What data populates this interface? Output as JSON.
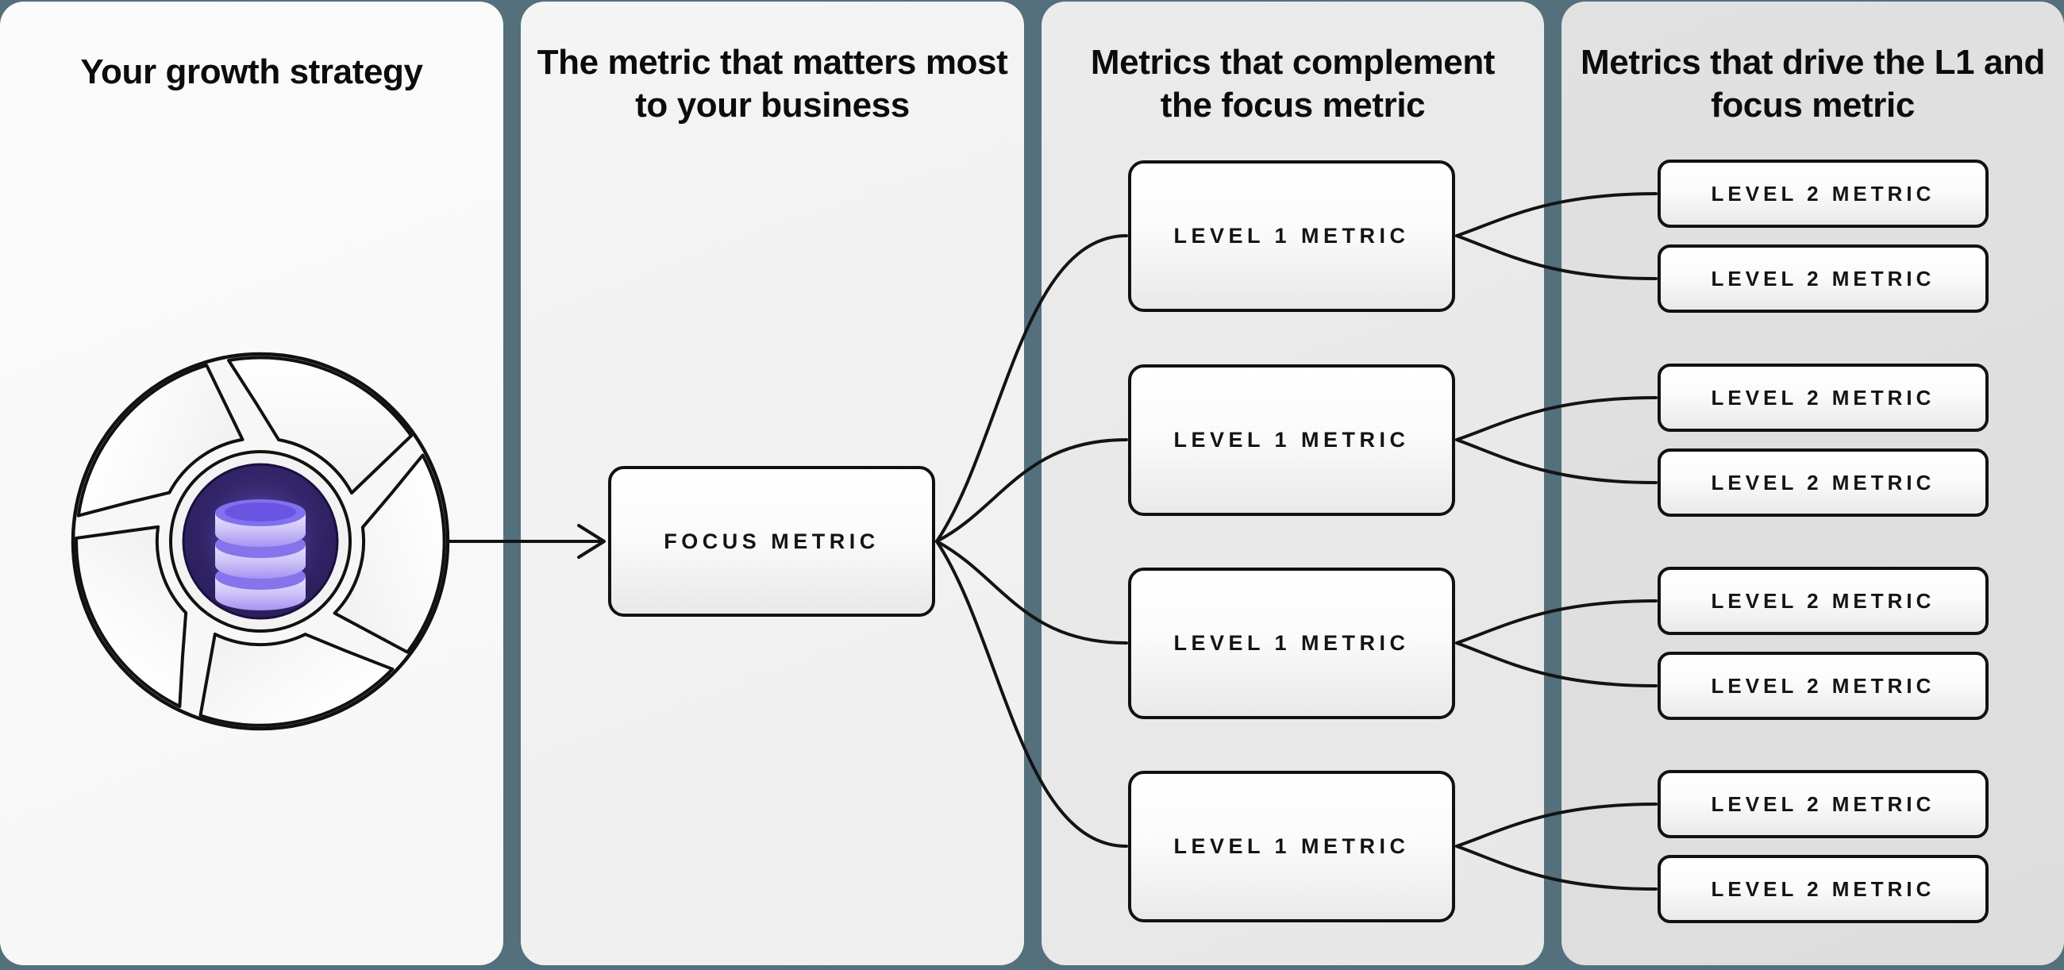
{
  "canvas": {
    "background_color": "#53707c",
    "connector_color": "#131313"
  },
  "columns": [
    {
      "id": "growth-strategy",
      "title": "Your growth strategy",
      "panel_color": "#f9f9f9",
      "icon": "flywheel-database-icon"
    },
    {
      "id": "focus-metric",
      "title": "The metric that matters most to your business",
      "panel_color": "#f2f2f2",
      "focus_metric": {
        "label": "FOCUS METRIC"
      }
    },
    {
      "id": "level1-metrics",
      "title": "Metrics that complement the focus metric",
      "panel_color": "#eaeaea",
      "level1_metrics": [
        {
          "label": "LEVEL 1 METRIC"
        },
        {
          "label": "LEVEL 1 METRIC"
        },
        {
          "label": "LEVEL 1 METRIC"
        },
        {
          "label": "LEVEL 1 METRIC"
        }
      ]
    },
    {
      "id": "level2-metrics",
      "title": "Metrics that drive the L1 and focus metric",
      "panel_color": "#dfdfdf",
      "level2_metrics": [
        {
          "label": "LEVEL 2 METRIC"
        },
        {
          "label": "LEVEL 2 METRIC"
        },
        {
          "label": "LEVEL 2 METRIC"
        },
        {
          "label": "LEVEL 2 METRIC"
        },
        {
          "label": "LEVEL 2 METRIC"
        },
        {
          "label": "LEVEL 2 METRIC"
        },
        {
          "label": "LEVEL 2 METRIC"
        },
        {
          "label": "LEVEL 2 METRIC"
        }
      ]
    }
  ],
  "icon_colors": {
    "medallion_dark_purple": "#2c2061",
    "database_lavender": "#cdc3f7",
    "database_purple": "#6a57e4"
  }
}
